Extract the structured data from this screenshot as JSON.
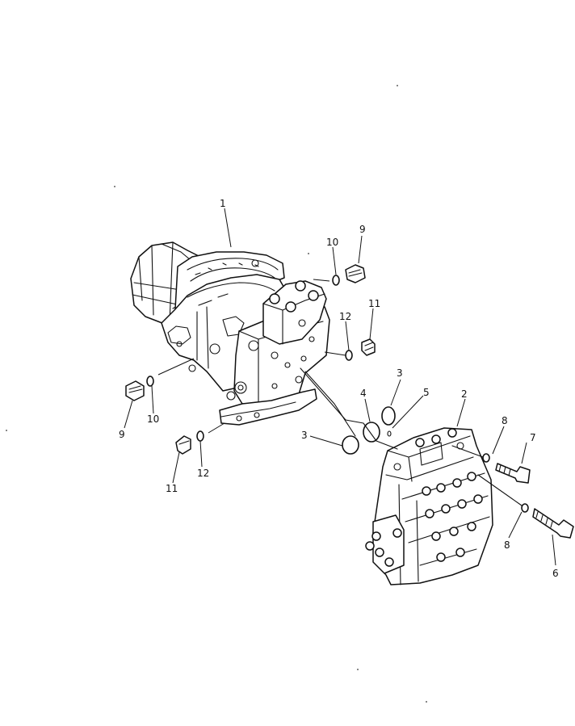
{
  "callouts": {
    "c1": "1",
    "c2": "2",
    "c3a": "3",
    "c3b": "3",
    "c4": "4",
    "c5": "5",
    "c6": "6",
    "c7": "7",
    "c8a": "8",
    "c8b": "8",
    "c9a": "9",
    "c9b": "9",
    "c10a": "10",
    "c10b": "10",
    "c11a": "11",
    "c11b": "11",
    "c12a": "12",
    "c12b": "12"
  }
}
